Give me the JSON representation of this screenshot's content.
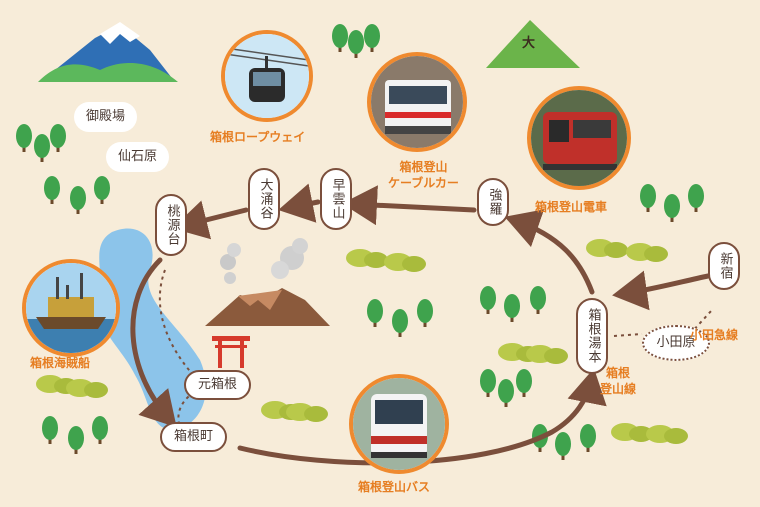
{
  "colors": {
    "background": "#f7ecd9",
    "route": "#7b4f3c",
    "accent_orange": "#e67e22",
    "lake": "#8cc4ea",
    "tree_green": "#3fa34d",
    "bush_yellow": "#b9c94a",
    "torii_red": "#d63a2c"
  },
  "stations": {
    "gotemba": "御殿場",
    "sengokuhara": "仙石原",
    "togendai": "桃源台",
    "owakudani": "大涌谷",
    "sounzan": "早雲山",
    "gora": "強羅",
    "shinjuku": "新宿",
    "odawara": "小田原",
    "hakone_yumoto": "箱根湯本",
    "motohakone": "元箱根",
    "hakonemachi": "箱根町"
  },
  "labels": {
    "ropeway": "箱根ロープウェイ",
    "cable_car_line1": "箱根登山",
    "cable_car_line2": "ケーブルカー",
    "tozan_train": "箱根登山電車",
    "pirate_ship": "箱根海賊船",
    "tozan_bus": "箱根登山バス",
    "odakyu": "小田急線",
    "tozan_line_line1": "箱根",
    "tozan_line_line2": "登山線",
    "daimonji": "大"
  },
  "icons": [
    "mount-fuji-icon",
    "daimonji-mountain-icon",
    "volcano-icon",
    "torii-icon",
    "tree-icon",
    "bush-icon",
    "ropeway-icon",
    "cable-car-icon",
    "train-icon",
    "pirate-ship-icon",
    "bus-icon"
  ]
}
